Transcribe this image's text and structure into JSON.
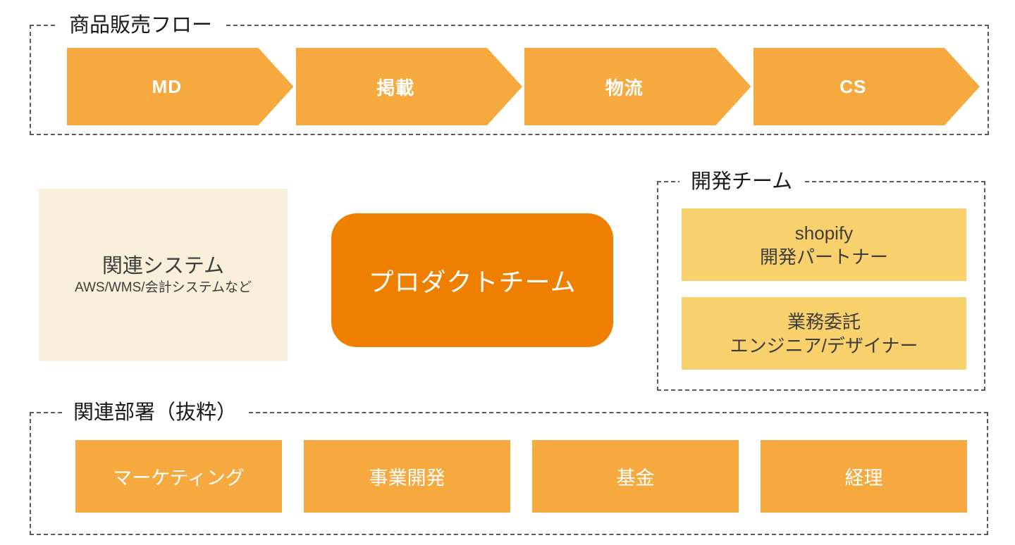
{
  "colors": {
    "arrow": "#F5A93E",
    "product_team": "#EE7F00",
    "dev_box": "#F8D06C",
    "systems_box": "#FAEFDB",
    "border": "#595959",
    "label_text": "#1A1A1A",
    "dark_text": "#3D3D3D"
  },
  "sales_flow": {
    "label": "商品販売フロー",
    "steps": [
      "MD",
      "掲載",
      "物流",
      "CS"
    ]
  },
  "systems": {
    "title": "関連システム",
    "subtitle": "AWS/WMS/会計システムなど"
  },
  "product_team": {
    "label": "プロダクトチーム"
  },
  "dev_team": {
    "label": "開発チーム",
    "members": [
      {
        "line1": "shopify",
        "line2": "開発パートナー"
      },
      {
        "line1": "業務委託",
        "line2": "エンジニア/デザイナー"
      }
    ]
  },
  "departments": {
    "label": "関連部署（抜粋）",
    "items": [
      "マーケティング",
      "事業開発",
      "基金",
      "経理"
    ]
  }
}
